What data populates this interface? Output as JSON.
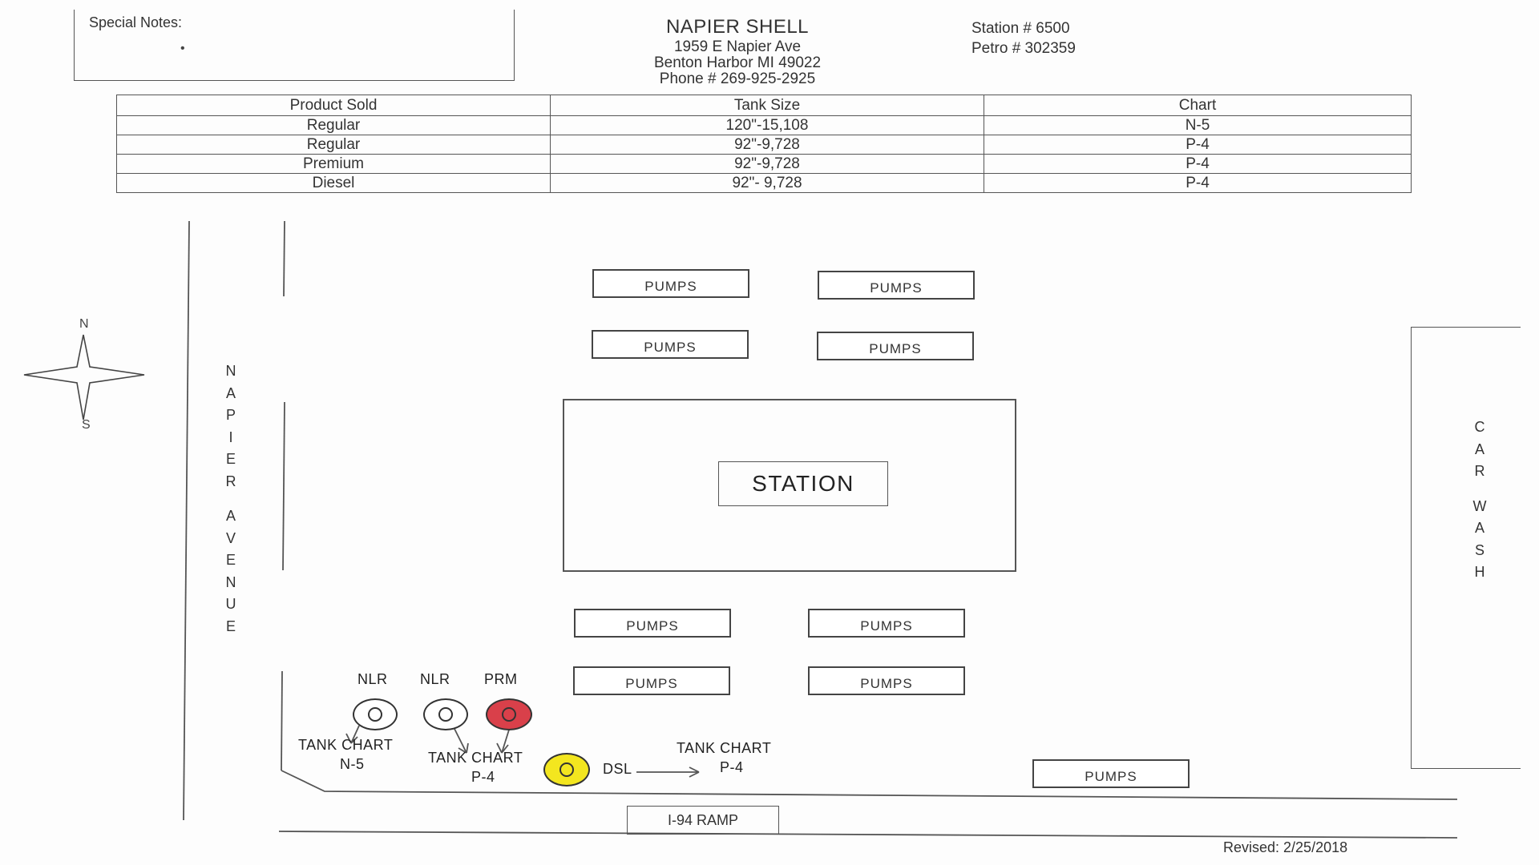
{
  "notes": {
    "label": "Special Notes:",
    "bullet": "•"
  },
  "header": {
    "name": "NAPIER SHELL",
    "address_line1": "1959 E Napier Ave",
    "address_line2": "Benton Harbor MI 49022",
    "phone": "Phone # 269-925-2925",
    "station_number": "Station # 6500",
    "petro_number": "Petro # 302359"
  },
  "table": {
    "headers": [
      "Product Sold",
      "Tank Size",
      "Chart"
    ],
    "rows": [
      [
        "Regular",
        "120\"-15,108",
        "N-5"
      ],
      [
        "Regular",
        "92\"-9,728",
        "P-4"
      ],
      [
        "Premium",
        "92\"-9,728",
        "P-4"
      ],
      [
        "Diesel",
        "92\"- 9,728",
        "P-4"
      ]
    ]
  },
  "map": {
    "compass": {
      "north": "N",
      "south": "S"
    },
    "street_name": "NAPIER AVENUE",
    "pump_label": "PUMPS",
    "station_label": "STATION",
    "car_wash_label": "CAR WASH",
    "ramp_label": "I-94 RAMP",
    "revised_label": "Revised: 2/25/2018",
    "tanks": [
      {
        "label": "NLR",
        "color": "#ffffff",
        "chart_label": "TANK CHART",
        "chart_code": "N-5"
      },
      {
        "label": "NLR",
        "color": "#ffffff",
        "chart_label": "TANK CHART",
        "chart_code": "P-4"
      },
      {
        "label": "PRM",
        "color": "#d9404a"
      },
      {
        "label": "DSL",
        "color": "#f3e61f",
        "chart_label": "TANK CHART",
        "chart_code": "P-4"
      }
    ]
  }
}
